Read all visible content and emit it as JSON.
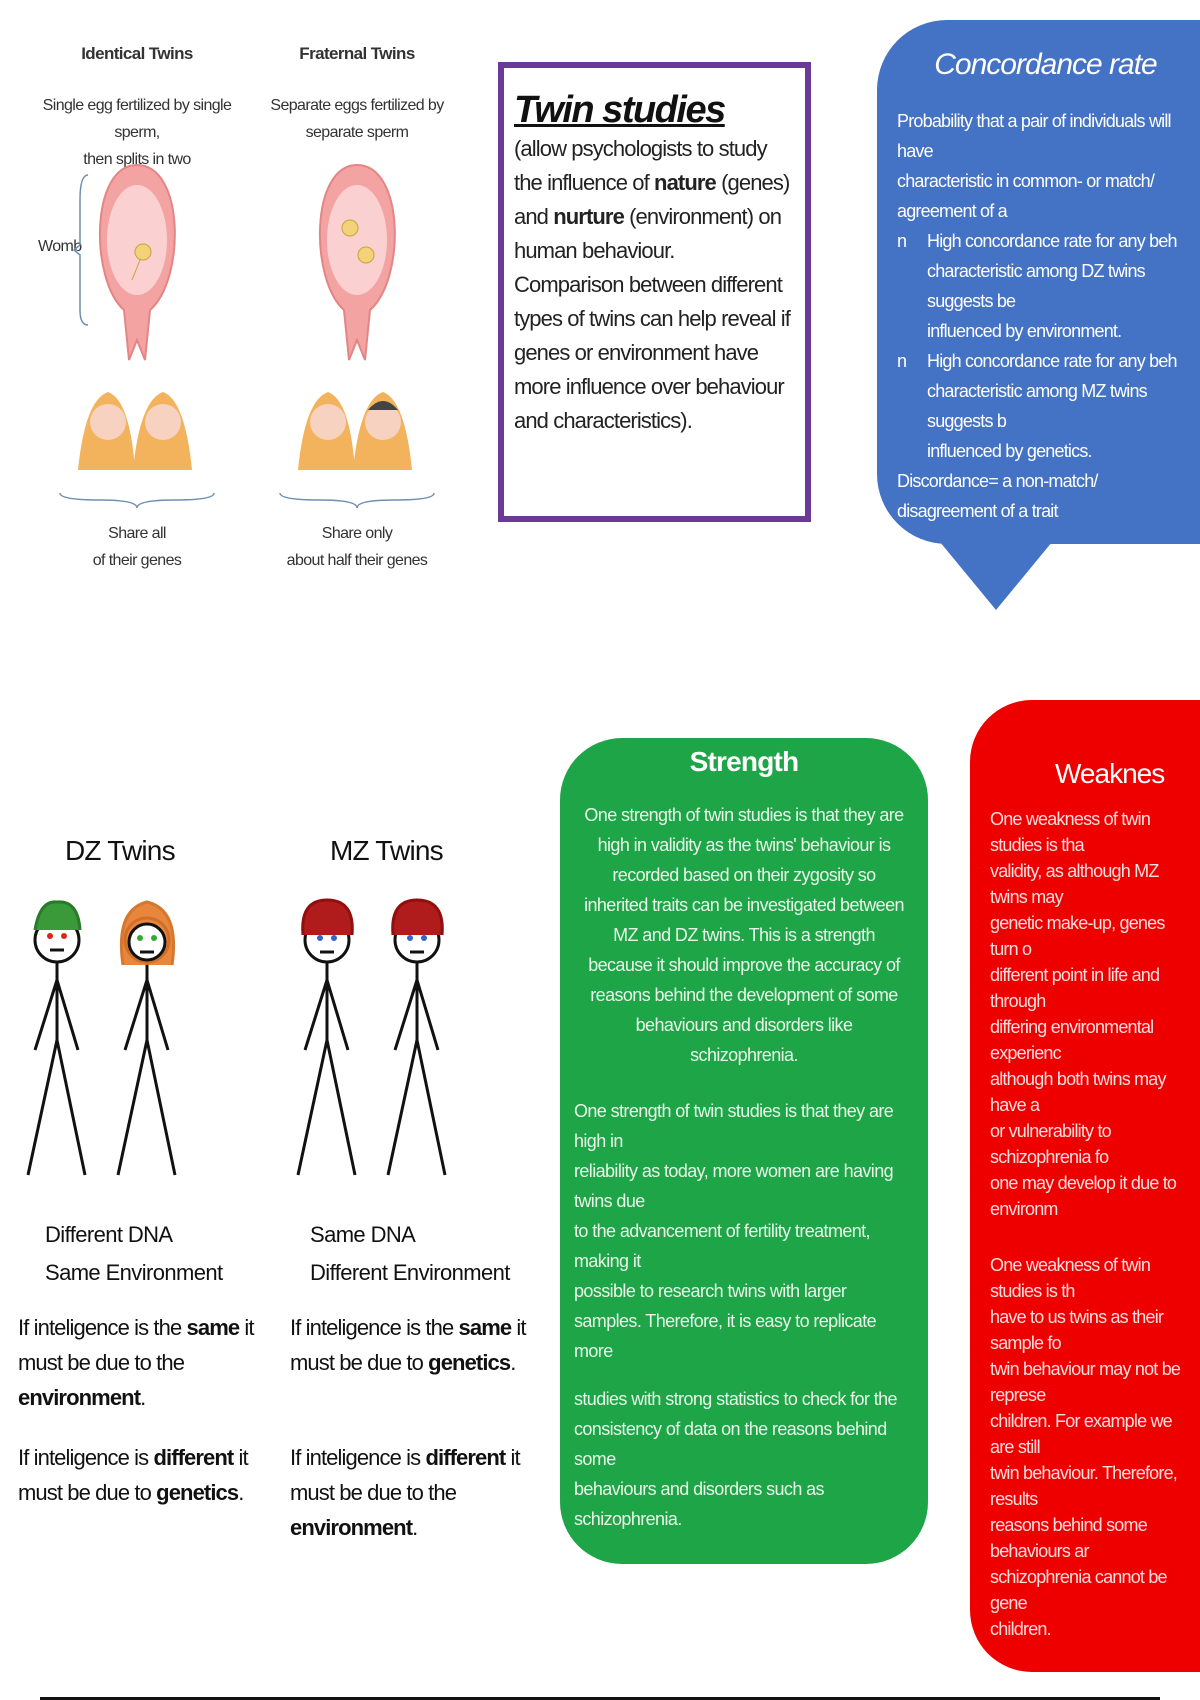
{
  "diagram": {
    "identical": {
      "title": "Identical Twins",
      "desc": [
        "Single egg fertilized by single sperm,",
        "then splits in two"
      ],
      "caption": [
        "Share all",
        "of their genes"
      ]
    },
    "fraternal": {
      "title": "Fraternal Twins",
      "desc": [
        "Separate eggs fertilized by",
        "separate sperm"
      ],
      "caption": [
        "Share only",
        "about half their genes"
      ]
    },
    "womb_label": "Womb"
  },
  "twin_studies": {
    "title": "Twin studies",
    "p1_a": "(allow psychologists to study the influence of ",
    "p1_b": "nature",
    "p1_c": " (genes) ",
    "p1_d": "and ",
    "p1_e": "nurture",
    "p1_f": " (environment) on human behaviour.",
    "p2": "Comparison between different types of twins can help reveal if genes or environment have more influence over behaviour and characteristics)."
  },
  "concordance": {
    "title": "Concordance rate",
    "lines": [
      "Probability  that  a  pair  of  individuals  will  have",
      "characteristic in common- or match/ agreement of a"
    ],
    "bullet_glyph": "n",
    "bullets": [
      [
        "High   concordance   rate   for   any   beh",
        "characteristic among  DZ  twins  suggests  be",
        "influenced by environment."
      ],
      [
        "High   concordance   rate   for   any   beh",
        "characteristic among  MZ  twins  suggests  b",
        "influenced by genetics."
      ]
    ],
    "discordance": "Discordance= a non-match/ disagreement of a trait"
  },
  "dz": {
    "title": "DZ Twins",
    "dna": "Different DNA",
    "env": "Same Environment",
    "r1": [
      "If inteligence is the ",
      "same",
      " it",
      "must be due to the ",
      "environment",
      "."
    ],
    "r2": [
      "If inteligence is ",
      "different",
      " it",
      "must be due to ",
      "genetics",
      "."
    ]
  },
  "mz": {
    "title": "MZ Twins",
    "dna": "Same DNA",
    "env": "Different Environment",
    "r1": [
      "If inteligence is the ",
      "same",
      " it",
      "must be due to ",
      "genetics",
      "."
    ],
    "r2": [
      "If inteligence is ",
      "different",
      " it",
      "must be due to the ",
      "environment",
      "."
    ]
  },
  "strength": {
    "title": "Strength",
    "p1": "One strength of twin studies is that they are high in validity as the twins' behaviour is recorded based on their zygosity so inherited traits can be investigated between MZ and DZ twins. This is a strength because it should improve the accuracy of reasons behind the development of some behaviours and disorders like schizophrenia.",
    "p2": [
      "One strength of twin studies is that they are high in",
      "reliability as today, more women are having twins due",
      "to the advancement of fertility treatment, making it",
      "possible to research twins with larger",
      "samples. Therefore, it is easy to replicate more"
    ],
    "p3": [
      "studies with  strong statistics to check for the",
      "consistency of data on the reasons behind some",
      "behaviours and disorders such as schizophrenia."
    ]
  },
  "weakness": {
    "title": "Weaknes",
    "p1": [
      "One weakness of twin studies is tha",
      "validity, as although MZ twins may",
      "genetic  make-up,  genes  turn  o",
      "different point in life and through",
      "differing   environmental experienc",
      "although  both twins  may  have  a",
      "or vulnerability to schizophrenia fo",
      "one may develop it due to environm"
    ],
    "p2": [
      "One weakness of twin studies is th",
      "have to us twins as their sample fo",
      "twin behaviour may not be represe",
      "children. For example we are still",
      "twin  behaviour.  Therefore,  results",
      "reasons behind some behaviours ar",
      "schizophrenia   cannot   be   gene",
      "children."
    ]
  },
  "colors": {
    "blue": "#4472c4",
    "green": "#1ea548",
    "red": "#ee0000",
    "purple": "#6b3a98"
  }
}
